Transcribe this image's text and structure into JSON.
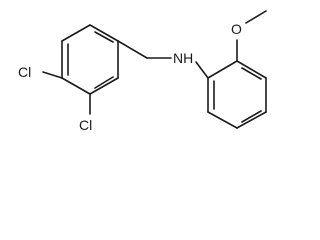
{
  "molecule": {
    "atoms": {
      "cl_upper": "Cl",
      "cl_lower": "Cl",
      "amine": "NH",
      "ether_oxygen": "O"
    }
  },
  "colors": {
    "bond": "#1a1a1a",
    "background": "#ffffff"
  }
}
